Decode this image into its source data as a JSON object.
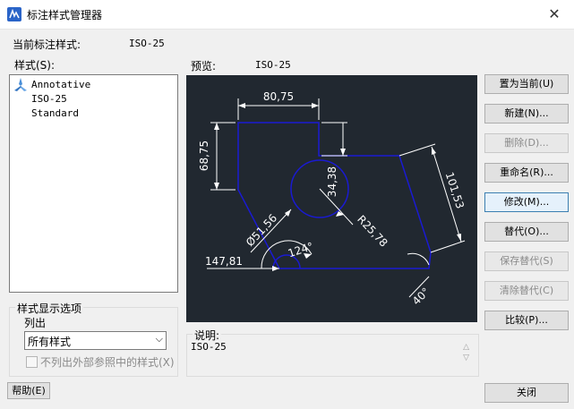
{
  "window": {
    "title": "标注样式管理器",
    "close_glyph": "✕"
  },
  "current_style": {
    "label": "当前标注样式:",
    "value": "ISO-25"
  },
  "styles": {
    "label": "样式(S):",
    "items": [
      {
        "label": "Annotative",
        "icon": "annotative-icon"
      },
      {
        "label": "ISO-25"
      },
      {
        "label": "Standard"
      }
    ]
  },
  "preview": {
    "label": "预览:",
    "style_name": "ISO-25",
    "dims": {
      "top": "80,75",
      "left": "68,75",
      "notch": "34,38",
      "slant": "101,53",
      "diameter": "Ø51,56",
      "radius": "R25,78",
      "angle": "124°",
      "bottom": "147,81",
      "corner_angle": "40°"
    },
    "colors": {
      "background": "#212830",
      "geometry": "#1a1ad2",
      "dimension": "#ffffff"
    }
  },
  "buttons": [
    {
      "label": "置为当前(U)",
      "enabled": true
    },
    {
      "label": "新建(N)...",
      "enabled": true
    },
    {
      "label": "删除(D)...",
      "enabled": false
    },
    {
      "label": "重命名(R)...",
      "enabled": true
    },
    {
      "label": "修改(M)...",
      "enabled": true,
      "focused": true
    },
    {
      "label": "替代(O)...",
      "enabled": true
    },
    {
      "label": "保存替代(S)",
      "enabled": false
    },
    {
      "label": "清除替代(C)",
      "enabled": false
    },
    {
      "label": "比较(P)...",
      "enabled": true
    }
  ],
  "display_options": {
    "group_label": "样式显示选项",
    "list_label": "列出",
    "list_value": "所有样式",
    "exclude_xref_label": "不列出外部参照中的样式(X)",
    "exclude_xref_checked": false
  },
  "description": {
    "label": "说明:",
    "text": "ISO-25"
  },
  "help_button": "帮助(E)",
  "close_button": "关闭"
}
